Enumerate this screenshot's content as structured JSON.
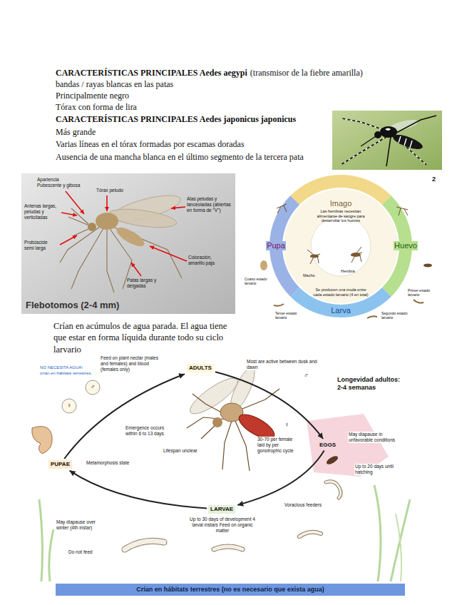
{
  "diagram": {
    "nodes": [
      {
        "text": [
          "ADULTS"
        ]
      },
      {
        "text": [
          "EGGS"
        ]
      },
      {
        "text": [
          "LARVAE"
        ]
      },
      {
        "text": [
          "PUPAE"
        ]
      },
      {
        "text": [
          "Crían en hábitats terrestres (no es necesario que exista agua)"
        ]
      }
    ],
    "edges": [
      {
        "from": 0,
        "to": 1,
        "arrow": "to"
      },
      {
        "from": 1,
        "to": 2,
        "arrow": "to"
      },
      {
        "from": 2,
        "to": 3,
        "arrow": "to"
      },
      {
        "from": 3,
        "to": 0,
        "arrow": "to"
      }
    ],
    "labels": [
      "CARACTERÍSTICAS PRINCIPALES Aedes aegypi",
      "(transmisor de la fiebre amarilla)",
      "bandas / rayas blancas en las patas",
      "Principalmente negro",
      "Tórax con forma de lira",
      "CARACTERÍSTICAS PRINCIPALES Aedes japonicus japonicus",
      "Más grande",
      "Varias líneas en el tórax formadas por escamas doradas",
      "Ausencia de una mancha blanca en el último segmento de la tercera pata",
      "Apariencia Pubescente y gibosa",
      "Tórax peludo",
      "Antenas largas, peludas y verticiladas",
      "Probóscide semi larga",
      "Alas peludas y lanceoladas (abiertas en forma de \"V\")",
      "Coloración, amarillo paja",
      "Patas largas y delgadas",
      "Flebotomos (2-4 mm)",
      "2",
      "Imago",
      "Las hembras necesitan alimentarse de sangre para desarrollar los huevos",
      "Pupa",
      "Huevo",
      "Macho",
      "Hembra",
      "Se producen una muda entre cada estado larvario (4 en total)",
      "Larva",
      "Cuarto estado larvario",
      "Tercer estado larvario",
      "Segundo estado larvario",
      "Primer estado larvario",
      "Crían en acúmulos de agua parada. El agua tiene que estar en forma líquida durante todo su ciclo larvario",
      "NO NECESITA AGUA!",
      "crían en hábitats terrestres,",
      "Most are active between dusk and dawn",
      "Feed on plant nectar (males and females) and blood (females only)",
      "♂",
      "♀",
      "Lifespan unclear",
      "Longevidad adultos: 2-4 semanas",
      "30-70 per female laid by per gonotrophic cycle",
      "May diapause in unfavorable conditions",
      "Up to 20 days until hatching",
      "Voracious feeders",
      "Up to 30 days of development 4 larval instars Feed on organic matter",
      "May diapause over winter (4th instar)",
      "Do not feed",
      "Metamorphosis state",
      "Emergence occurs within 6 to 13 days",
      "♂",
      "♀"
    ]
  }
}
